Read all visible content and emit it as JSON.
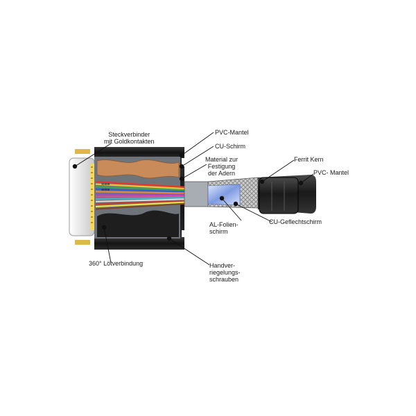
{
  "labels": {
    "steckverbinder": [
      "Steckverbinder",
      "mit Goldkontakten"
    ],
    "pvc_mantel_top": "PVC-Mantel",
    "cu_schirm": "CU-Schirm",
    "material": [
      "Material zur",
      "Festigung",
      "der Adern"
    ],
    "ferrit_kern": "Ferrit Kern",
    "pvc_mantel_right": "PVC- Mantel",
    "al_folienschirm": [
      "AL-Folien-",
      "schirm"
    ],
    "cu_geflechtschirm": "CU-Geflechtschirm",
    "loetverbindung": "360° Lötverbindung",
    "handverriegelung": [
      "Handver-",
      "riegelungs-",
      "schrauben"
    ]
  },
  "colors": {
    "housing": "#1c1c1c",
    "gold": "#c9a24a",
    "copper_fill": "#c98b5a",
    "plug_face": "#ececec",
    "grey_inner": "#8a8f96",
    "foil": "#8fa8e6",
    "braid": "#b8b8b8"
  },
  "wire_colors": [
    "#e6362e",
    "#f2c23a",
    "#3aa84a",
    "#2f5fd0",
    "#e08a3a",
    "#9a4fc0",
    "#e04aa0",
    "#40b8c8",
    "#d8d8d8",
    "#c43a2e",
    "#e8e24a",
    "#7a4a2a"
  ]
}
